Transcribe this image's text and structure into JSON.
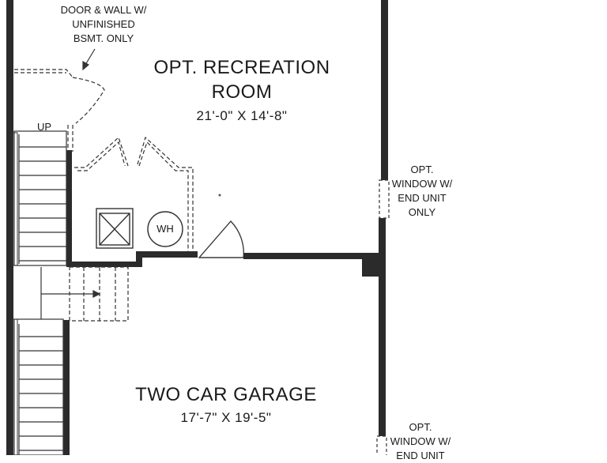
{
  "notes": {
    "door_wall_line1": "DOOR & WALL W/",
    "door_wall_line2": "UNFINISHED",
    "door_wall_line3": "BSMT. ONLY",
    "stair_up": "UP",
    "window1_line1": "OPT.",
    "window1_line2": "WINDOW W/",
    "window1_line3": "END UNIT",
    "window1_line4": "ONLY",
    "window2_line1": "OPT.",
    "window2_line2": "WINDOW W/",
    "window2_line3": "END UNIT"
  },
  "rooms": {
    "recreation_line1": "OPT. RECREATION",
    "recreation_line2": "ROOM",
    "recreation_dims": "21'-0\" X 14'-8\"",
    "garage_name": "TWO CAR GARAGE",
    "garage_dims": "17'-7\" X 19'-5\""
  },
  "fixtures": {
    "water_heater": "WH"
  },
  "colors": {
    "wall": "#2b2b2b",
    "ink": "#1a1a1a",
    "paper": "#ffffff"
  }
}
